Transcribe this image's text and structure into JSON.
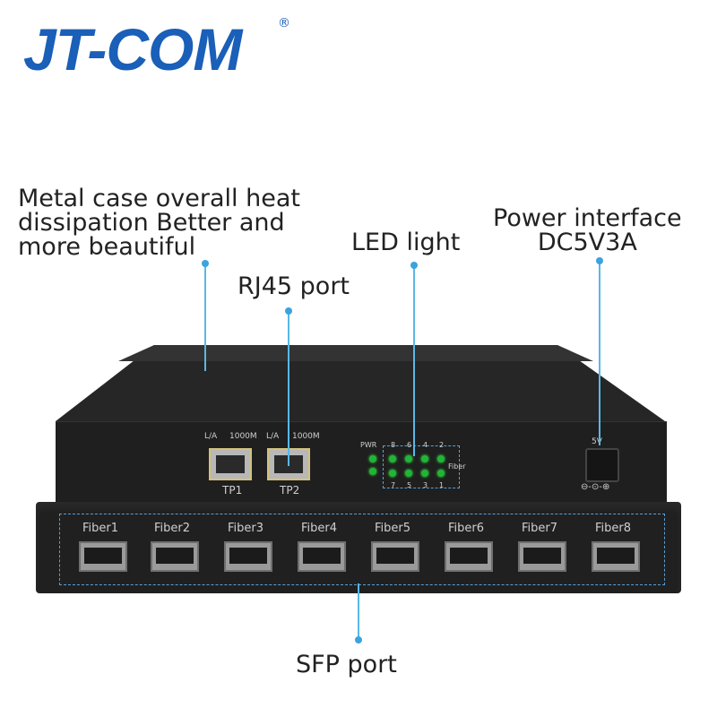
{
  "logo": {
    "text": "JT-COM",
    "registered": "®",
    "color": "#1a5fb8"
  },
  "labels": {
    "metal_case": "Metal case overall heat\ndissipation Better and\nmore beautiful",
    "rj45": "RJ45 port",
    "led": "LED light",
    "power": "Power interface\nDC5V3A",
    "sfp": "SFP port"
  },
  "device": {
    "la": "L/A",
    "speed": "1000M",
    "tp_ports": [
      "TP1",
      "TP2"
    ],
    "pwr": "PWR",
    "led_numbers": [
      "8",
      "6",
      "4",
      "2",
      "7",
      "5",
      "3",
      "1"
    ],
    "fiber_led_label": "Fiber",
    "power_spec": "5V",
    "fiber_ports": [
      "Fiber1",
      "Fiber2",
      "Fiber3",
      "Fiber4",
      "Fiber5",
      "Fiber6",
      "Fiber7",
      "Fiber8"
    ]
  },
  "colors": {
    "callout_line": "#59b8e8",
    "led_green": "#1fb53b",
    "body": "#1f1f1f"
  }
}
